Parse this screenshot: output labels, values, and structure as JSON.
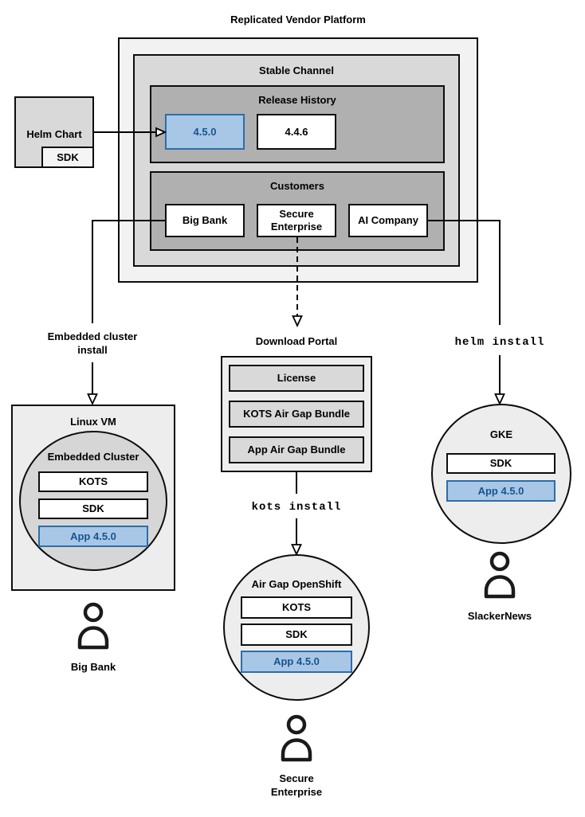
{
  "colors": {
    "outer_fill": "#f2f2f2",
    "channel_fill": "#d9d9d9",
    "group_fill": "#b0b0b0",
    "node_fill": "#ffffff",
    "portal_fill": "#ededed",
    "portal_item_fill": "#d9d9d9",
    "cluster_fill": "#d6d6d6",
    "highlight_fill": "#a8c7e7",
    "highlight_border": "#2d6da8",
    "highlight_text": "#17548f",
    "line": "#000000"
  },
  "icons": {
    "user": "person-outline"
  },
  "platform": {
    "title": "Replicated Vendor Platform",
    "stable_channel_title": "Stable Channel",
    "release_history": {
      "title": "Release History",
      "releases": [
        {
          "version": "4.5.0",
          "state": "highlighted"
        },
        {
          "version": "4.4.6",
          "state": "normal"
        }
      ]
    },
    "customers": {
      "title": "Customers",
      "items": [
        {
          "name": "Big Bank"
        },
        {
          "name": "Secure Enterprise"
        },
        {
          "name": "AI Company"
        }
      ]
    }
  },
  "helm_chart": {
    "title": "Helm Chart",
    "sdk_label": "SDK"
  },
  "flows": {
    "embedded_install_label": "Embedded cluster install",
    "kots_install_label": "kots install",
    "helm_install_label": "helm install"
  },
  "download_portal": {
    "title": "Download Portal",
    "items": [
      "License",
      "KOTS Air Gap Bundle",
      "App Air Gap Bundle"
    ]
  },
  "deployments": {
    "big_bank": {
      "host_label": "Linux VM",
      "cluster_label": "Embedded Cluster",
      "components": [
        {
          "label": "KOTS",
          "state": "normal"
        },
        {
          "label": "SDK",
          "state": "normal"
        },
        {
          "label": "App 4.5.0",
          "state": "highlighted"
        }
      ],
      "user_label": "Big Bank"
    },
    "secure_enterprise": {
      "cluster_label": "Air Gap OpenShift",
      "components": [
        {
          "label": "KOTS",
          "state": "normal"
        },
        {
          "label": "SDK",
          "state": "normal"
        },
        {
          "label": "App 4.5.0",
          "state": "highlighted"
        }
      ],
      "user_label": "Secure Enterprise"
    },
    "ai_company": {
      "cluster_label": "GKE",
      "components": [
        {
          "label": "SDK",
          "state": "normal"
        },
        {
          "label": "App 4.5.0",
          "state": "highlighted"
        }
      ],
      "user_label": "SlackerNews"
    }
  }
}
